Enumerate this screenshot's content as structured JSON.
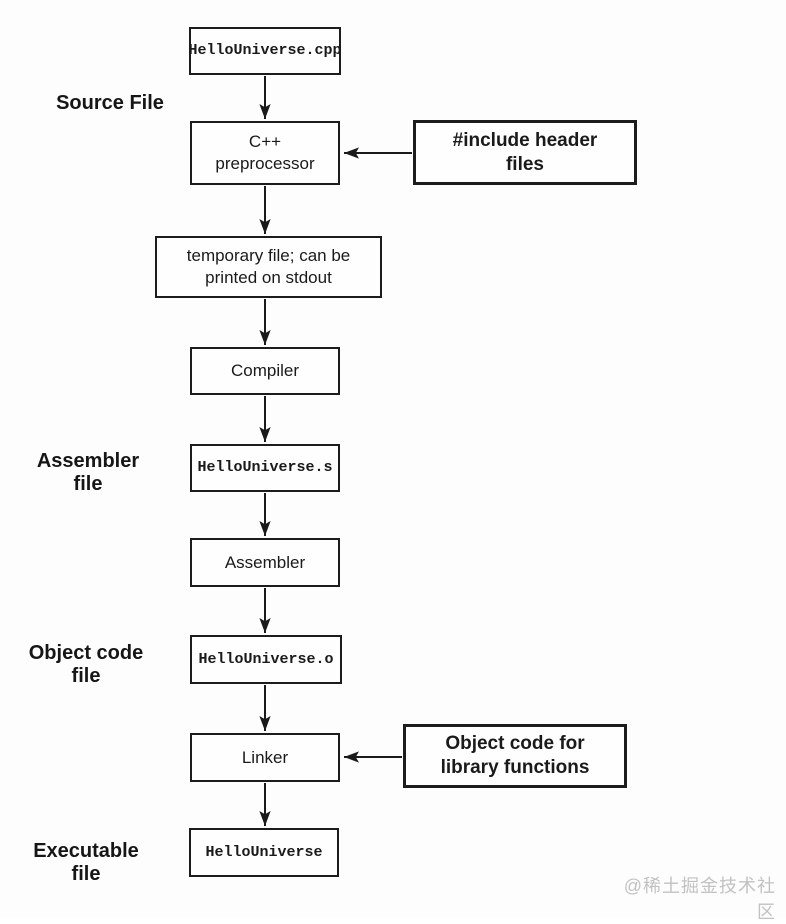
{
  "diagram": {
    "nodes": {
      "cpp_file": "HelloUniverse.cpp",
      "preprocessor": "C++\npreprocessor",
      "include_headers": "#include header\nfiles",
      "temp_file": "temporary file; can be\nprinted on stdout",
      "compiler": "Compiler",
      "asm_file": "HelloUniverse.s",
      "assembler": "Assembler",
      "object_file": "HelloUniverse.o",
      "linker": "Linker",
      "object_lib": "Object code for\nlibrary functions",
      "executable": "HelloUniverse"
    },
    "side_labels": {
      "source": "Source File",
      "assembler": "Assembler\nfile",
      "object": "Object code\nfile",
      "executable": "Executable\nfile"
    },
    "watermark": "@稀土掘金技术社区",
    "colors": {
      "line": "#1a1a1a",
      "text": "#1a1a1a",
      "background": "#fdfdfd",
      "watermark": "#c2c2c2"
    }
  }
}
